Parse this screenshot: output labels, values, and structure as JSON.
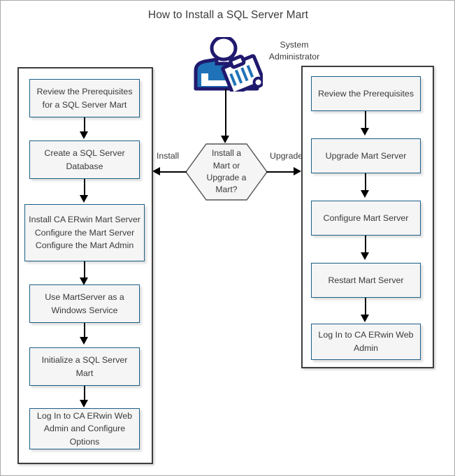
{
  "page": {
    "title": "How to Install a SQL Server Mart"
  },
  "actor": {
    "icon": "system-administrator-icon",
    "caption_line1": "System",
    "caption_line2": "Administrator"
  },
  "decision": {
    "text": "Install a Mart or Upgrade a Mart?",
    "line1": "Install a",
    "line2": "Mart or",
    "line3": "Upgrade a",
    "line4": "Mart?",
    "branch_left_label": "Install",
    "branch_right_label": "Upgrade"
  },
  "install_flow": {
    "steps": [
      {
        "text": "Review the Prerequisites for a SQL Server Mart"
      },
      {
        "text": "Create a SQL Server Database"
      },
      {
        "text": "Install CA ERwin Mart Server Configure the Mart Server Configure the Mart Admin"
      },
      {
        "text": "Use MartServer as a Windows Service"
      },
      {
        "text": "Initialize a SQL Server Mart"
      },
      {
        "text": "Log In to CA ERwin Web Admin and Configure Options"
      }
    ]
  },
  "upgrade_flow": {
    "steps": [
      {
        "text": "Review the Prerequisites"
      },
      {
        "text": "Upgrade Mart Server"
      },
      {
        "text": "Configure Mart Server"
      },
      {
        "text": "Restart Mart Server"
      },
      {
        "text": "Log In to CA ERwin Web Admin"
      }
    ]
  },
  "colors": {
    "box_border": "#1b5e86",
    "box_fill": "#f5f5f5",
    "panel_border": "#3d3d3d",
    "connector": "#000000",
    "icon_outline": "#1f1a6e",
    "icon_fill": "#1f72b8",
    "text": "#3a3a3a"
  }
}
